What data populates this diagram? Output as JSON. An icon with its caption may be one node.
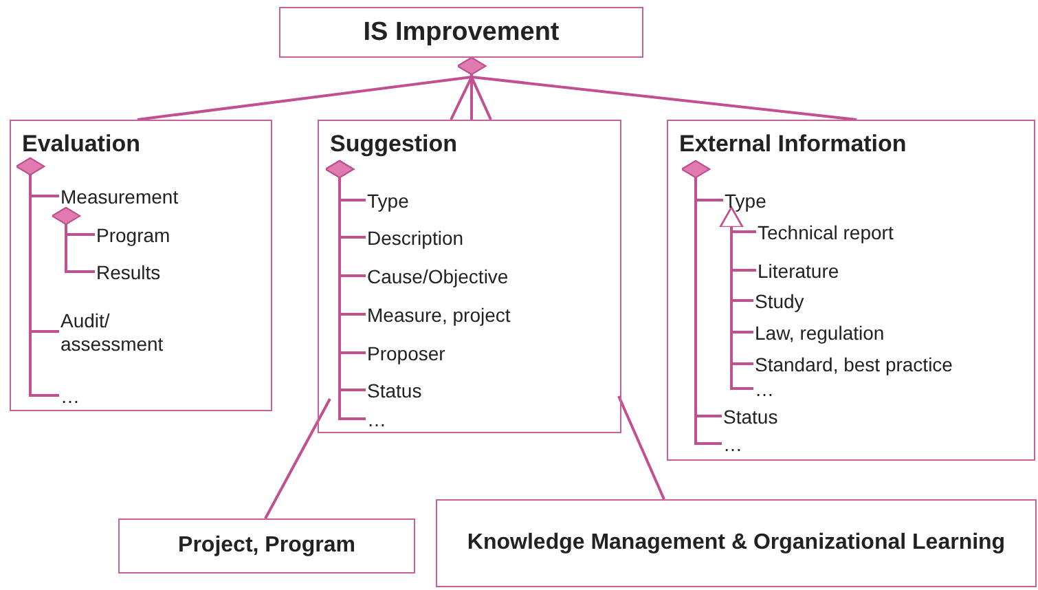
{
  "diagram": {
    "nodes": [
      {
        "text": [
          "IS Improvement"
        ]
      },
      {
        "text": [
          "Evaluation"
        ]
      },
      {
        "text": [
          "Measurement"
        ],
        "in": 1
      },
      {
        "text": [
          "Program"
        ],
        "in": 1
      },
      {
        "text": [
          "Results"
        ],
        "in": 1
      },
      {
        "text": [
          "Audit/ assessment"
        ],
        "in": 1
      },
      {
        "text": [
          "…"
        ],
        "in": 1
      },
      {
        "text": [
          "Suggestion"
        ]
      },
      {
        "text": [
          "Type"
        ],
        "in": 7
      },
      {
        "text": [
          "Description"
        ],
        "in": 7
      },
      {
        "text": [
          "Cause/Objective"
        ],
        "in": 7
      },
      {
        "text": [
          "Measure, project"
        ],
        "in": 7
      },
      {
        "text": [
          "Proposer"
        ],
        "in": 7
      },
      {
        "text": [
          "Status"
        ],
        "in": 7
      },
      {
        "text": [
          "…"
        ],
        "in": 7
      },
      {
        "text": [
          "External Information"
        ]
      },
      {
        "text": [
          "Type"
        ],
        "in": 15
      },
      {
        "text": [
          "Technical report"
        ],
        "in": 15
      },
      {
        "text": [
          "Literature"
        ],
        "in": 15
      },
      {
        "text": [
          "Study"
        ],
        "in": 15
      },
      {
        "text": [
          "Law, regulation"
        ],
        "in": 15
      },
      {
        "text": [
          "Standard, best practice"
        ],
        "in": 15
      },
      {
        "text": [
          "…"
        ],
        "in": 15
      },
      {
        "text": [
          "Status"
        ],
        "in": 15
      },
      {
        "text": [
          "…"
        ],
        "in": 15
      },
      {
        "text": [
          "Project, Program"
        ]
      },
      {
        "text": [
          "Knowledge Management & Organizational Learning"
        ]
      }
    ],
    "edges": [
      {
        "from": 1,
        "to": 0,
        "arrow": "other"
      },
      {
        "from": 7,
        "to": 0,
        "arrow": "other"
      },
      {
        "from": 7,
        "to": 0,
        "arrow": "other"
      },
      {
        "from": 7,
        "to": 0,
        "arrow": "other"
      },
      {
        "from": 15,
        "to": 0,
        "arrow": "other"
      },
      {
        "from": 2,
        "to": 1,
        "arrow": "other"
      },
      {
        "from": 3,
        "to": 2,
        "arrow": "other"
      },
      {
        "from": 4,
        "to": 2,
        "arrow": "other"
      },
      {
        "from": 5,
        "to": 1,
        "arrow": "other"
      },
      {
        "from": 6,
        "to": 1,
        "arrow": "other"
      },
      {
        "from": 8,
        "to": 7,
        "arrow": "other"
      },
      {
        "from": 9,
        "to": 7,
        "arrow": "other"
      },
      {
        "from": 10,
        "to": 7,
        "arrow": "other"
      },
      {
        "from": 11,
        "to": 7,
        "arrow": "other"
      },
      {
        "from": 12,
        "to": 7,
        "arrow": "other"
      },
      {
        "from": 13,
        "to": 7,
        "arrow": "other"
      },
      {
        "from": 14,
        "to": 7,
        "arrow": "other"
      },
      {
        "from": 16,
        "to": 15,
        "arrow": "other"
      },
      {
        "from": 17,
        "to": 16,
        "arrow": "to"
      },
      {
        "from": 18,
        "to": 16,
        "arrow": "to"
      },
      {
        "from": 19,
        "to": 16,
        "arrow": "to"
      },
      {
        "from": 20,
        "to": 16,
        "arrow": "to"
      },
      {
        "from": 21,
        "to": 16,
        "arrow": "to"
      },
      {
        "from": 22,
        "to": 16,
        "arrow": "to"
      },
      {
        "from": 23,
        "to": 15,
        "arrow": "other"
      },
      {
        "from": 24,
        "to": 15,
        "arrow": "other"
      },
      {
        "from": 7,
        "to": 25,
        "arrow": "none"
      },
      {
        "from": 7,
        "to": 26,
        "arrow": "none"
      }
    ]
  }
}
